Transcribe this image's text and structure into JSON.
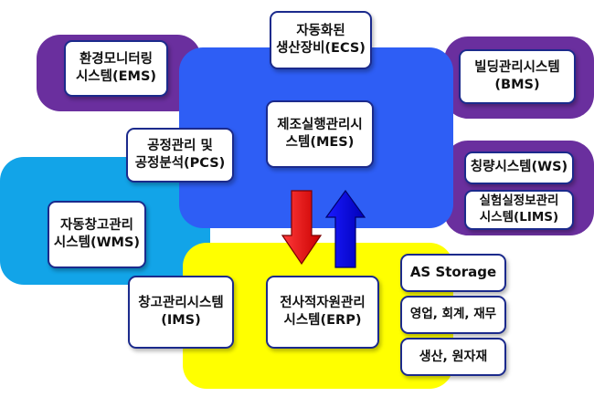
{
  "colors": {
    "purple": "#6a2f9e",
    "blue": "#2e5ef5",
    "sky": "#12a4e8",
    "yellow": "#ffff00",
    "box_border": "#1b2a8c",
    "down_arrow": "#ee1111",
    "up_arrow": "#0a0ae0"
  },
  "systems": {
    "ecs": {
      "line1": "자동화된",
      "line2": "생산장비(ECS)"
    },
    "ems": {
      "line1": "환경모니터링",
      "line2": "시스템(EMS)"
    },
    "bms": {
      "line1": "빌딩관리시스템",
      "line2": "(BMS)"
    },
    "mes": {
      "line1": "제조실행관리시",
      "line2": "스템(MES)"
    },
    "pcs": {
      "line1": "공정관리 및",
      "line2": "공정분석(PCS)"
    },
    "ws": {
      "line1": "칭량시스템(WS)"
    },
    "lims": {
      "line1": "실험실정보관리",
      "line2": "시스템(LIMS)"
    },
    "wms": {
      "line1": "자동창고관리",
      "line2": "시스템(WMS)"
    },
    "ims": {
      "line1": "창고관리시스템",
      "line2": "(IMS)"
    },
    "erp": {
      "line1": "전사적자원관리",
      "line2": "시스템(ERP)"
    },
    "as_storage": {
      "line1": "AS Storage"
    },
    "sales": {
      "line1": "영업, 회계, 재무"
    },
    "production": {
      "line1": "생산, 원자재"
    }
  },
  "arrows": [
    {
      "name": "down",
      "icon": "arrow-down-icon",
      "direction": "down"
    },
    {
      "name": "up",
      "icon": "arrow-up-icon",
      "direction": "up"
    }
  ]
}
